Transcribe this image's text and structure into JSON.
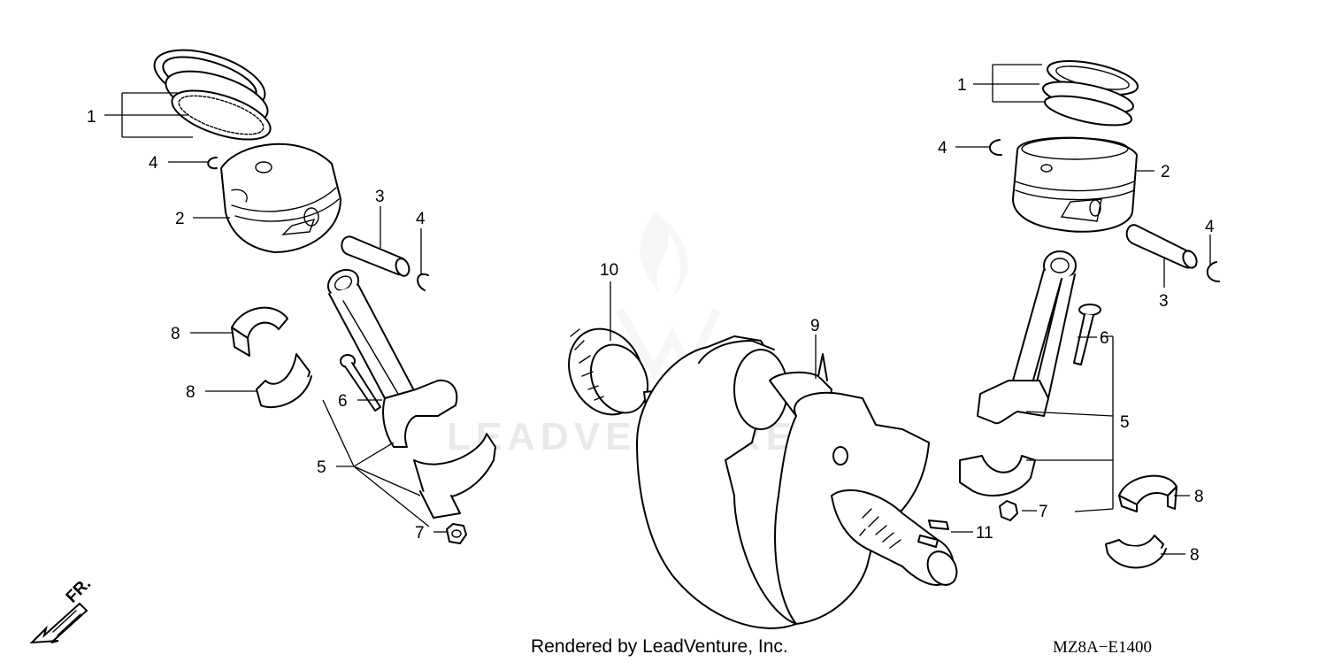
{
  "diagram": {
    "watermark": "LEADVENTURE",
    "footer_text": "Rendered by LeadVenture, Inc.",
    "diagram_code": "MZ8A−E1400",
    "front_marker": "FR.",
    "callouts": {
      "c1a": "1",
      "c4a": "4",
      "c2a": "2",
      "c3a": "3",
      "c4b": "4",
      "c8a": "8",
      "c8b": "8",
      "c6a": "6",
      "c5a": "5",
      "c7a": "7",
      "c10": "10",
      "c9": "9",
      "c11": "11",
      "c1b": "1",
      "c4c": "4",
      "c2b": "2",
      "c4d": "4",
      "c3b": "3",
      "c6b": "6",
      "c5b": "5",
      "c7b": "7",
      "c8c": "8",
      "c8d": "8"
    }
  }
}
